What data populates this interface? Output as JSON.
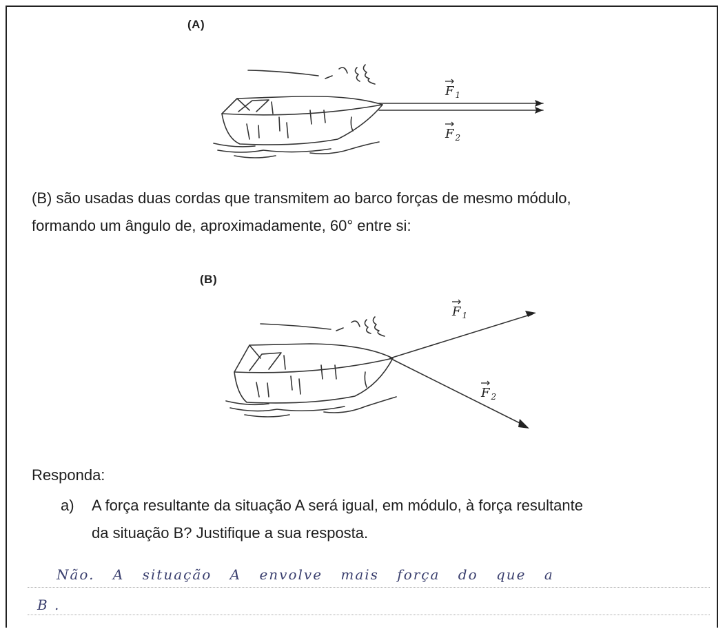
{
  "figure_a": {
    "label": "(A)",
    "force1": "F",
    "force1_sub": "1",
    "force2": "F",
    "force2_sub": "2"
  },
  "paragraph_b": {
    "line1": "(B) são usadas duas cordas que transmitem ao barco forças de mesmo módulo,",
    "line2": "formando um ângulo de, aproximadamente, 60° entre si:"
  },
  "figure_b": {
    "label": "(B)",
    "force1": "F",
    "force1_sub": "1",
    "force2": "F",
    "force2_sub": "2"
  },
  "responda": "Responda:",
  "question_a": {
    "letter": "a)",
    "line1": "A força resultante da situação A será igual, em módulo, à força resultante",
    "line2": "da situação B? Justifique a sua resposta."
  },
  "answer": {
    "line1": "Não.   A situação  A envolve mais força do que a",
    "line2": "B ."
  }
}
